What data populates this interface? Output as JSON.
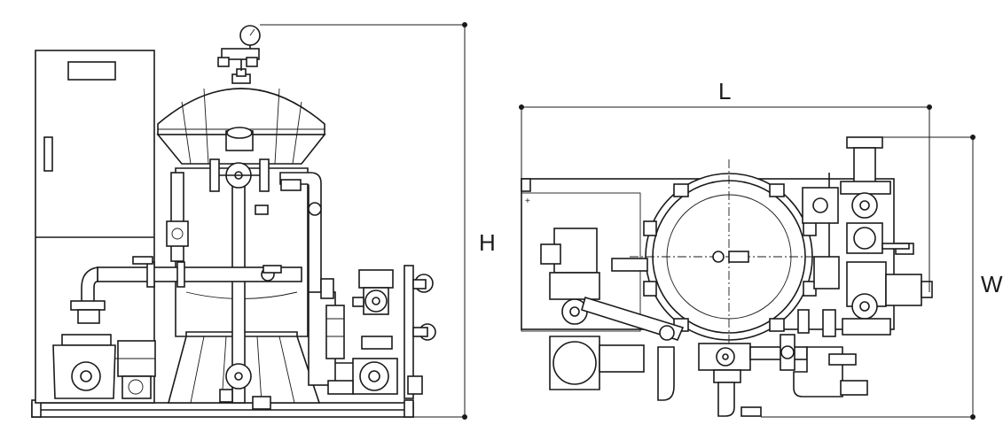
{
  "dimensions": {
    "height_label": "H",
    "length_label": "L",
    "width_label": "W"
  },
  "colors": {
    "line": "#1a1a1a",
    "background": "#ffffff"
  }
}
